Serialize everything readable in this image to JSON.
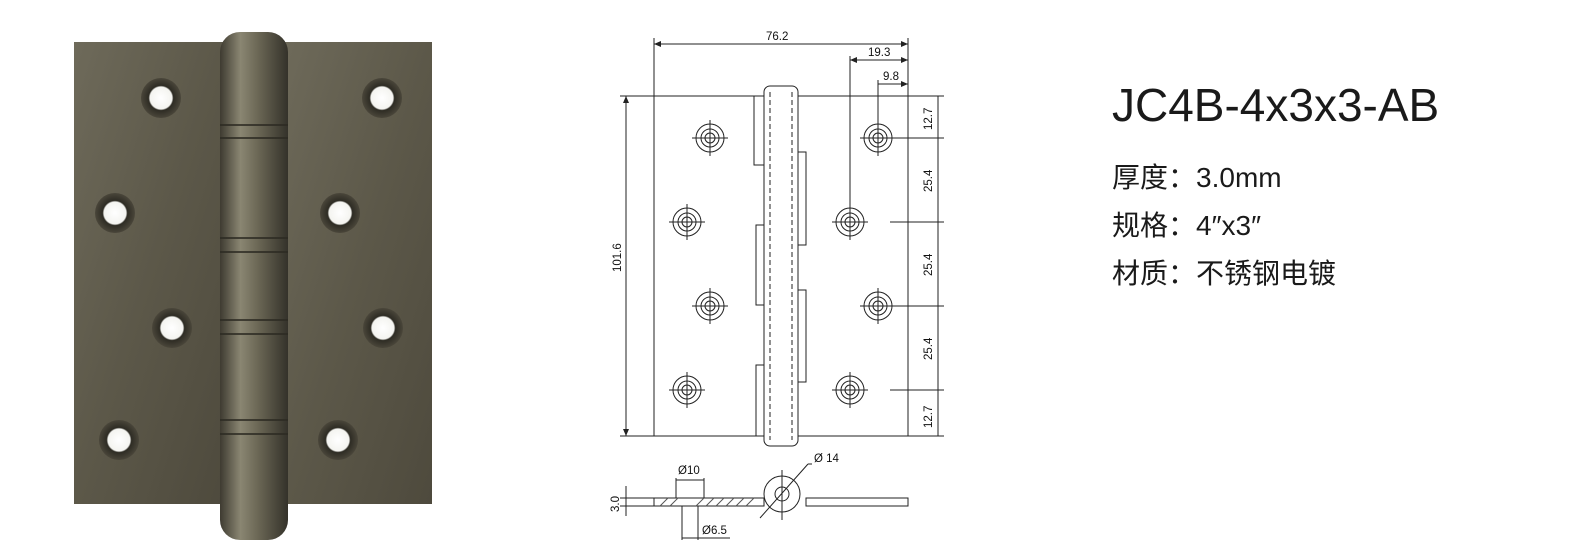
{
  "product": {
    "model": "JC4B-4x3x3-AB",
    "specs": [
      {
        "label": "厚度：",
        "value": "3.0mm"
      },
      {
        "label": "规格：",
        "value": "4″x3″"
      },
      {
        "label": "材质：",
        "value": "不锈钢电镀"
      }
    ]
  },
  "drawing": {
    "dimensions": {
      "overall_width": "76.2",
      "hole_offset_outer": "19.3",
      "hole_offset_inner": "9.8",
      "height": "101.6",
      "pitch_top": "12.7",
      "pitch_1": "25.4",
      "pitch_2": "25.4",
      "pitch_3": "25.4",
      "pitch_bottom": "12.7",
      "knuckle_diameter": "Ø 14",
      "countersink_diameter": "Ø10",
      "hole_diameter": "Ø6.5",
      "thickness": "3.0"
    }
  },
  "colors": {
    "leaf": "#5e5a4c",
    "knuckle": "#6b6757",
    "line": "#222222"
  }
}
